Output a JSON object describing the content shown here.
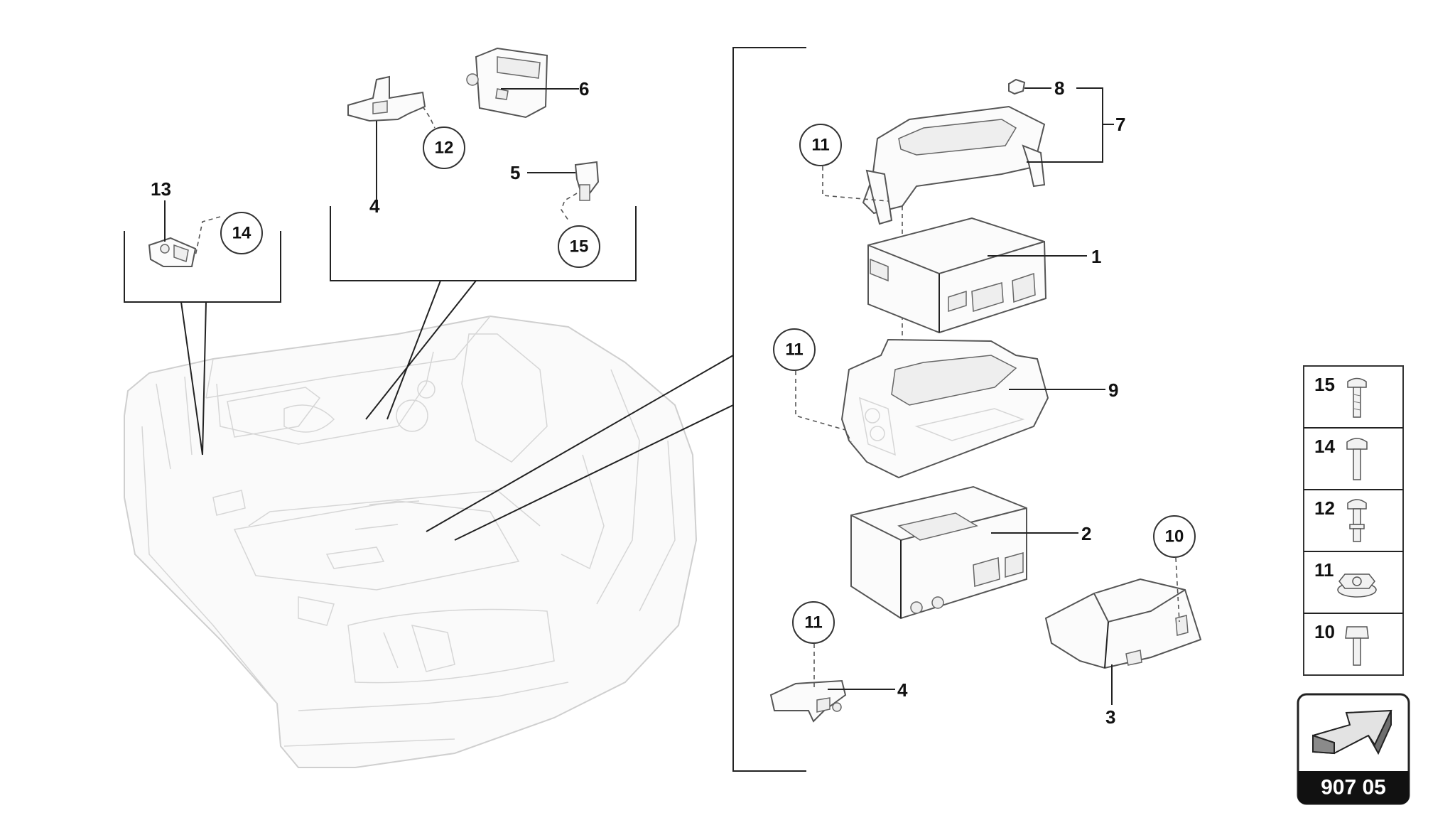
{
  "diagram": {
    "labels": {
      "l1": "1",
      "l2": "2",
      "l3": "3",
      "l4a": "4",
      "l4b": "4",
      "l5": "5",
      "l6": "6",
      "l7": "7",
      "l8": "8",
      "l9": "9",
      "l13": "13"
    },
    "circled": {
      "c10": "10",
      "c11a": "11",
      "c11b": "11",
      "c11c": "11",
      "c12": "12",
      "c14": "14",
      "c15": "15"
    }
  },
  "hardware_legend": [
    {
      "number": "15",
      "icon": "screw-15-icon"
    },
    {
      "number": "14",
      "icon": "screw-14-icon"
    },
    {
      "number": "12",
      "icon": "screw-12-icon"
    },
    {
      "number": "11",
      "icon": "nut-11-icon"
    },
    {
      "number": "10",
      "icon": "screw-10-icon"
    }
  ],
  "page_ref": {
    "number": "907 05",
    "icon": "arrow-icon"
  }
}
